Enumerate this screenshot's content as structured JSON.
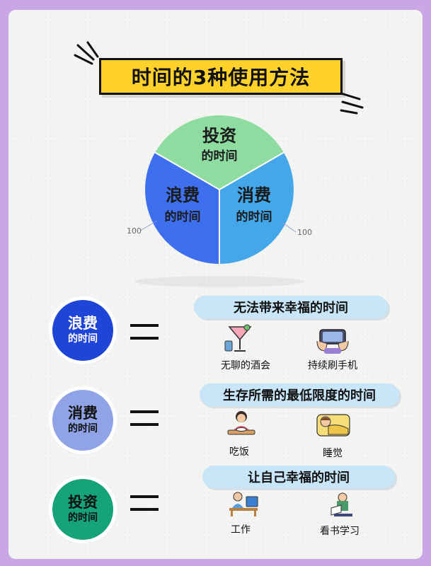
{
  "title": "时间的3种使用方法",
  "pie": {
    "segments": [
      {
        "big": "投资",
        "small": "的时间",
        "color": "#8fdca0"
      },
      {
        "big": "浪费",
        "small": "的时间",
        "color": "#3d6fee"
      },
      {
        "big": "消费",
        "small": "的时间",
        "color": "#43a7ea"
      }
    ],
    "leader_left": "100",
    "leader_right": "100"
  },
  "rows": [
    {
      "circle_big": "浪费",
      "circle_small": "的时间",
      "circle_color": "#1f44d8",
      "circle_text_color": "#ffffff",
      "pill": "无法带来幸福的时间",
      "items": [
        "无聊的酒会",
        "持续刷手机"
      ]
    },
    {
      "circle_big": "消费",
      "circle_small": "的时间",
      "circle_color": "#8fa3e6",
      "circle_text_color": "#111111",
      "pill": "生存所需的最低限度的时间",
      "items": [
        "吃饭",
        "睡觉"
      ]
    },
    {
      "circle_big": "投资",
      "circle_small": "的时间",
      "circle_color": "#17a37a",
      "circle_text_color": "#111111",
      "pill": "让自己幸福的时间",
      "items": [
        "工作",
        "看书学习"
      ]
    }
  ],
  "icons": [
    "cocktail-icon",
    "phone-hands-icon",
    "eating-person-icon",
    "sleeping-person-icon",
    "working-person-icon",
    "reading-person-icon"
  ]
}
